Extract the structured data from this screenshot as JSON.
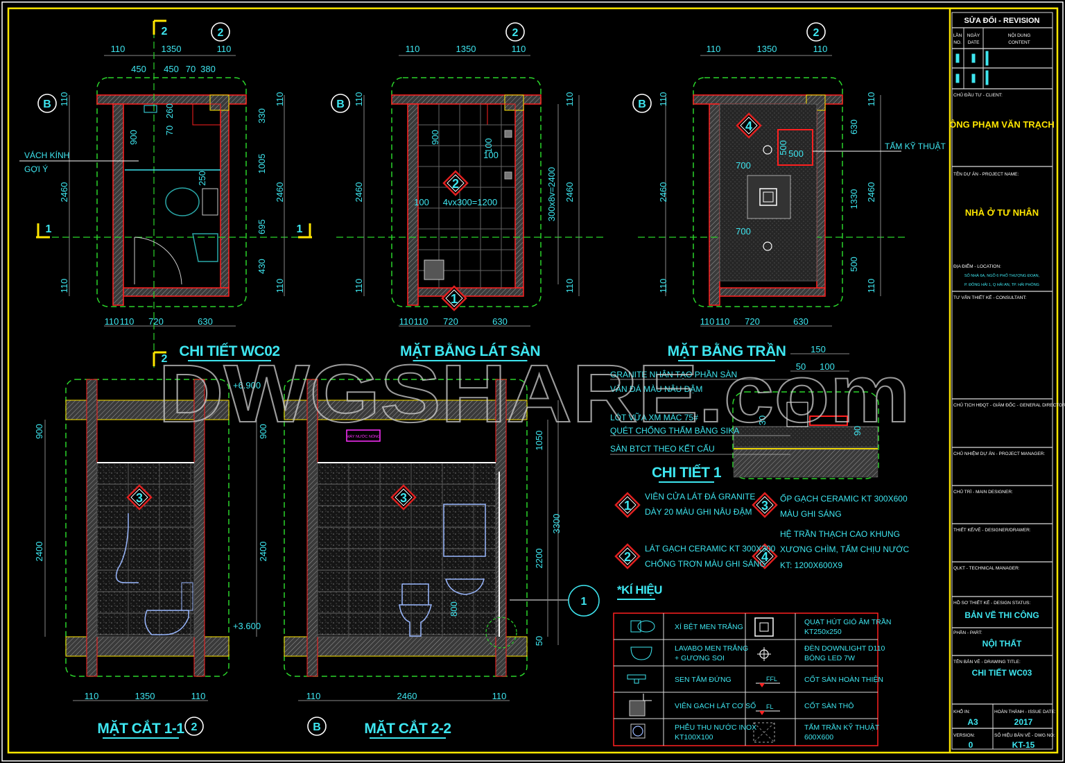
{
  "watermark": "DWGSHARE.com",
  "colors": {
    "frame": "#ffe600",
    "wall": "#ff2020",
    "text": "#3ee6f0",
    "grid": "#2bd62b",
    "background": "#000000"
  },
  "titles": {
    "plan1": "CHI TIẾT WC02",
    "plan2": "MẶT BẰNG LÁT SÀN",
    "plan3": "MẶT BẰNG TRẦN",
    "detail1": "CHI TIẾT 1",
    "section1": "MẶT CẮT 1-1",
    "section2": "MẶT CẮT 2-2",
    "legend": "*KÍ HIỆU"
  },
  "plan1": {
    "dims": [
      "110",
      "1350",
      "110",
      "450",
      "450",
      "70",
      "380",
      "110",
      "2460",
      "110",
      "330",
      "1005",
      "695",
      "430",
      "2460",
      "110",
      "110",
      "900",
      "70",
      "260",
      "250",
      "110",
      "110",
      "720",
      "630"
    ],
    "labels": [
      "VÁCH KÍNH",
      "GỢI Ý"
    ],
    "bubbles": [
      "B",
      "2"
    ],
    "cut_marks": [
      "2",
      "2",
      "1",
      "1"
    ]
  },
  "plan2": {
    "dims": [
      "110",
      "1350",
      "110",
      "110",
      "2460",
      "110",
      "110",
      "2460",
      "110",
      "300x8v=2400",
      "900",
      "100",
      "100",
      "100",
      "4vx300=1200",
      "110",
      "110",
      "720",
      "630"
    ],
    "bubbles": [
      "B",
      "2"
    ],
    "markers": [
      "2",
      "1"
    ]
  },
  "plan3": {
    "dims": [
      "110",
      "1350",
      "110",
      "110",
      "2460",
      "110",
      "630",
      "1330",
      "500",
      "2460",
      "110",
      "110",
      "500",
      "500",
      "700",
      "700",
      "110",
      "110",
      "720",
      "630"
    ],
    "labels": [
      "TẤM KỸ THUẬT"
    ],
    "bubbles": [
      "B",
      "2"
    ],
    "markers": [
      "4"
    ]
  },
  "section1": {
    "dims": [
      "900",
      "2400",
      "900",
      "2400",
      "+6.900",
      "+3.600",
      "110",
      "1350",
      "110"
    ],
    "bubbles": [
      "2"
    ],
    "markers": [
      "3"
    ]
  },
  "section2": {
    "dims": [
      "1050",
      "3300",
      "2200",
      "800",
      "50",
      "110",
      "2460",
      "110"
    ],
    "labels": [
      "MÁY NƯỚC NÓNG"
    ],
    "bubbles": [
      "B",
      "1"
    ],
    "markers": [
      "3"
    ]
  },
  "detail1": {
    "notes": [
      "GRANITE NHÂN TẠO PHẦN SÀN",
      "VÂN ĐÁ MÀU NÂU ĐẬM",
      "LÓT VỮA XM MÁC 75#",
      "QUÉT CHỐNG THẤM BẰNG SIKA",
      "SÀN BTCT THEO KẾT CẤU"
    ],
    "dims": [
      "150",
      "50",
      "100",
      "30",
      "90"
    ]
  },
  "materials": [
    {
      "no": "1",
      "lines": [
        "VIÊN CỬA LÁT ĐÁ GRANITE",
        "DÀY 20 MÀU GHI NÂU ĐẬM"
      ]
    },
    {
      "no": "2",
      "lines": [
        "LÁT GẠCH CERAMIC KT 300X300",
        "CHỐNG TRƠN MÀU GHI SÁNG"
      ]
    },
    {
      "no": "3",
      "lines": [
        "ỐP GẠCH CERAMIC KT 300X600",
        "MÀU GHI SÁNG"
      ]
    },
    {
      "no": "4",
      "lines": [
        "HỆ TRẦN THẠCH CAO KHUNG",
        "XƯƠNG CHÌM, TẤM CHỊU NƯỚC",
        "KT: 1200X600X9"
      ]
    }
  ],
  "legend": [
    {
      "icon_left": "toilet-icon",
      "text_left": [
        "XÍ BỆT MEN TRẮNG"
      ],
      "icon_right": "exhaust-fan-icon",
      "text_right": [
        "QUẠT HÚT GIÓ ÂM TRẦN",
        "KT250x250"
      ]
    },
    {
      "icon_left": "washbasin-icon",
      "text_left": [
        "LAVABO MEN TRẮNG",
        "+ GƯƠNG SOI"
      ],
      "icon_right": "downlight-icon",
      "text_right": [
        "ĐÈN DOWNLIGHT D110",
        "BÓNG LED 7W"
      ]
    },
    {
      "icon_left": "shower-icon",
      "text_left": [
        "SEN TẮM ĐỨNG"
      ],
      "icon_right": "ffl-level-icon",
      "ffl": "FFL",
      "text_right": [
        "CỐT SÀN HOÀN THIỆN"
      ]
    },
    {
      "icon_left": "tile-origin-icon",
      "text_left": [
        "VIÊN GẠCH LÁT CƠ SỐ"
      ],
      "icon_right": "fl-level-icon",
      "fl": "FL",
      "text_right": [
        "CỐT SÀN THÔ"
      ]
    },
    {
      "icon_left": "floor-drain-icon",
      "text_left": [
        "PHỄU THU NƯỚC INOX",
        "KT100X100"
      ],
      "icon_right": "access-panel-icon",
      "text_right": [
        "TẤM TRẦN KỸ THUẬT",
        "600X600"
      ]
    }
  ],
  "title_block": {
    "revision": "SỬA ĐỔI - REVISION",
    "rev_cols": [
      "LẦN",
      "NO.",
      "NGÀY",
      "DATE",
      "NỘI DUNG",
      "CONTENT"
    ],
    "client_label": "CHỦ ĐẦU TƯ - CLIENT:",
    "client": "ÔNG PHẠM VĂN TRẠCH",
    "project_label": "TÊN DỰ ÁN - PROJECT NAME:",
    "project": "NHÀ Ở TƯ NHÂN",
    "location_label": "ĐỊA ĐIỂM - LOCATION:",
    "location": [
      "SỐ NHÀ 6A, NGÕ 6 PHỐ THƯỢNG ĐOẠN,",
      "P. ĐÔNG HẢI 1, Q HẢI AN, TP. HẢI PHÒNG"
    ],
    "consultant_label": "TƯ VẤN THIẾT KẾ - CONSULTANT:",
    "director_label": "CHỦ TỊCH HĐQT - GIÁM ĐỐC - GENERAL DIRECTOR:",
    "pm_label": "CHỦ NHIỆM DỰ ÁN - PROJECT MANAGER:",
    "main_designer_label": "CHỦ TRÌ - MAIN DESIGNER:",
    "designer_label": "THIẾT KẾ/VẼ - DESIGNER/DRAWER:",
    "technical_label": "QLKT - TECHNICAL MANAGER:",
    "status_label": "HỒ SƠ THIẾT KẾ - DESIGN STATUS:",
    "status": "BẢN VẼ THI CÔNG",
    "part_label": "PHẦN - PART:",
    "part": "NỘI THẤT",
    "drawing_title_label": "TÊN BẢN VẼ - DRAWING TITLE:",
    "drawing_title": "CHI TIẾT WC03",
    "paper_label": "KHỔ IN:",
    "paper": "A3",
    "issue_label": "HOÀN THÀNH - ISSUE DATE:",
    "issue": "2017",
    "version_label": "VERSION:",
    "version": "0",
    "dwg_label": "SỐ HIỆU BẢN VẼ - DWG NO:",
    "dwg": "KT-15"
  }
}
